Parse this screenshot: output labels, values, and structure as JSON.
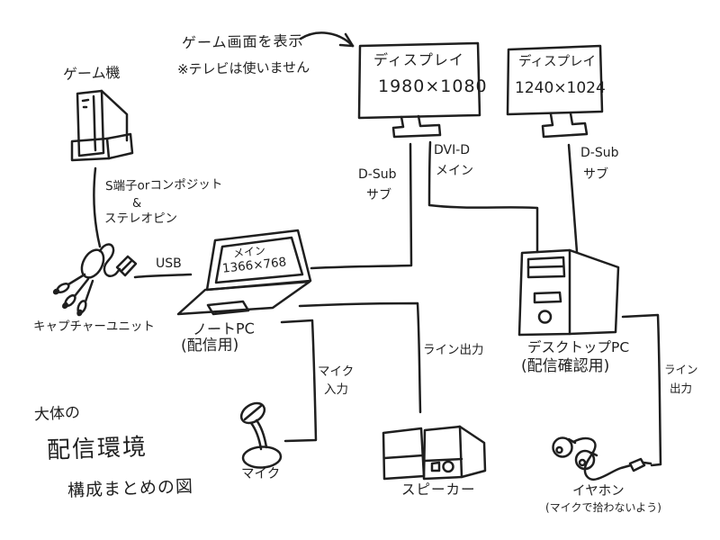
{
  "diagram": {
    "title_lines": [
      "大体の",
      "配信環境",
      "構成まとめの図"
    ],
    "annotations": {
      "game_screen_display": "ゲーム画面を表示",
      "no_tv": "※テレビは使いません"
    },
    "devices": {
      "game_console": {
        "label": "ゲーム機"
      },
      "capture_unit": {
        "label": "キャプチャーユニット"
      },
      "laptop": {
        "label": "ノートPC",
        "role": "(配信用)",
        "screen_line1": "メイン",
        "screen_line2": "1366×768"
      },
      "display_main": {
        "label": "ディスプレイ",
        "resolution": "1980×1080"
      },
      "display_sub": {
        "label": "ディスプレイ",
        "resolution": "1240×1024"
      },
      "desktop_pc": {
        "label": "デスクトップPC",
        "role": "(配信確認用)"
      },
      "speaker": {
        "label": "スピーカー"
      },
      "mic": {
        "label": "マイク"
      },
      "earphone": {
        "label": "イヤホン",
        "note": "(マイクで拾わないよう)"
      }
    },
    "cables": {
      "console_to_capture": {
        "line1": "S端子orコンポジット",
        "line2": "&",
        "line3": "ステレオピン"
      },
      "capture_to_laptop": {
        "label": "USB"
      },
      "laptop_to_display_main": {
        "line1": "D-Sub",
        "line2": "サブ"
      },
      "desktop_to_display_main": {
        "line1": "DVI-D",
        "line2": "メイン"
      },
      "desktop_to_display_sub": {
        "line1": "D-Sub",
        "line2": "サブ"
      },
      "laptop_to_mic": {
        "line1": "マイク",
        "line2": "入力"
      },
      "laptop_to_speaker": {
        "label": "ライン出力"
      },
      "desktop_to_earphone": {
        "line1": "ライン",
        "line2": "出力"
      }
    },
    "colors": {
      "ink": "#1f1f1f",
      "background": "#ffffff"
    }
  }
}
